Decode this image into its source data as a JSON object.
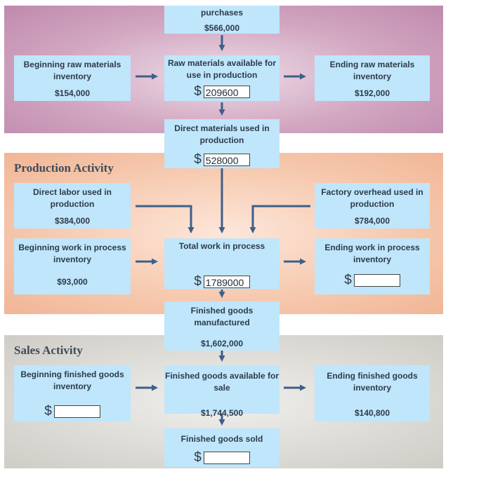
{
  "sections": {
    "production": "Production Activity",
    "sales": "Sales Activity"
  },
  "purchasing": {
    "purchases": {
      "label": "purchases",
      "value": "$566,000"
    },
    "beginning_raw": {
      "label": "Beginning raw materials inventory",
      "value": "$154,000"
    },
    "raw_available": {
      "label": "Raw materials available for use in production",
      "answer": "209600"
    },
    "ending_raw": {
      "label": "Ending raw materials inventory",
      "value": "$192,000"
    },
    "direct_materials": {
      "label": "Direct materials used in production",
      "answer": "528000"
    }
  },
  "production": {
    "direct_labor": {
      "label": "Direct labor used in production",
      "value": "$384,000"
    },
    "factory_overhead": {
      "label": "Factory overhead used in production",
      "value": "$784,000"
    },
    "beginning_wip": {
      "label": "Beginning work in process inventory",
      "value": "$93,000"
    },
    "total_wip": {
      "label": "Total work in process",
      "answer": "1789000"
    },
    "ending_wip": {
      "label": "Ending work in process inventory",
      "answer": ""
    },
    "finished_manufactured": {
      "label": "Finished goods manufactured",
      "value": "$1,602,000"
    }
  },
  "sales": {
    "beginning_fg": {
      "label": "Beginning finished goods inventory",
      "answer": ""
    },
    "fg_available": {
      "label": "Finished goods available for sale",
      "value": "$1,744,500"
    },
    "ending_fg": {
      "label": "Ending finished goods inventory",
      "value": "$140,800"
    },
    "fg_sold": {
      "label": "Finished goods sold",
      "answer": ""
    }
  },
  "currency_symbol": "$",
  "colors": {
    "box": "#bfe6fb",
    "arrow": "#3e5f8a",
    "text": "#2e3a4a"
  }
}
